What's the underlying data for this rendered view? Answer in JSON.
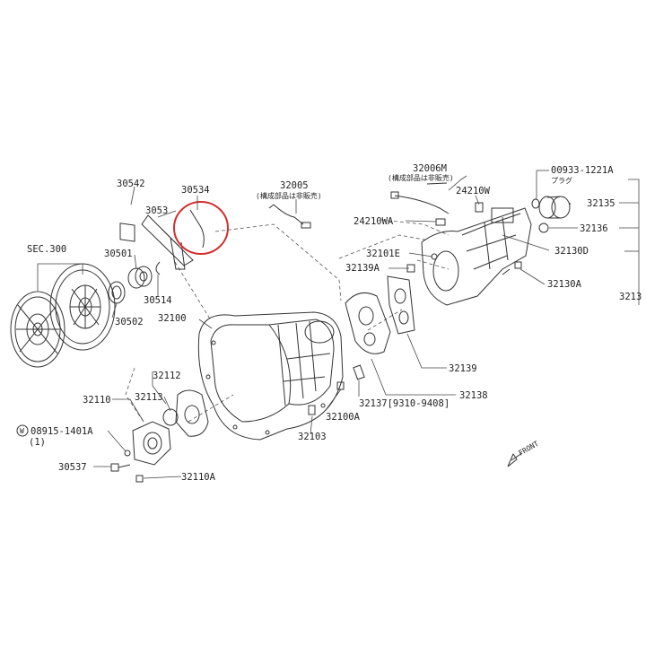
{
  "colors": {
    "highlight": "#d32f2f",
    "ink": "#333333",
    "background": "#ffffff"
  },
  "labels": {
    "l30542": "30542",
    "l30534": "30534",
    "l3053x": "3053",
    "l32005": "32005",
    "l32005_note": "(構成部品は非販売)",
    "l32006m": "32006M",
    "l32006m_note": "(構成部品は非販売)",
    "l24210w": "24210W",
    "l24210wa": "24210WA",
    "l00933": "00933-1221A",
    "l00933_note": "プラグ",
    "l32135": "32135",
    "l32136": "32136",
    "l32130d": "32130D",
    "l32101e": "32101E",
    "l32139a": "32139A",
    "l32130a": "32130A",
    "l3213x": "3213",
    "sec300": "SEC.300",
    "l30501": "30501",
    "l30514": "30514",
    "l30502": "30502",
    "l32100": "32100",
    "l32139": "32139",
    "l32138": "32138",
    "l32112": "32112",
    "l32110": "32110",
    "l32113": "32113",
    "l32137": "32137[9310-9408]",
    "l32100a": "32100A",
    "l32103": "32103",
    "l08915": "08915-1401A",
    "l08915_circle": "W",
    "l08915_qty": "(1)",
    "l30537": "30537",
    "l32110a": "32110A",
    "front": "FRONT"
  }
}
